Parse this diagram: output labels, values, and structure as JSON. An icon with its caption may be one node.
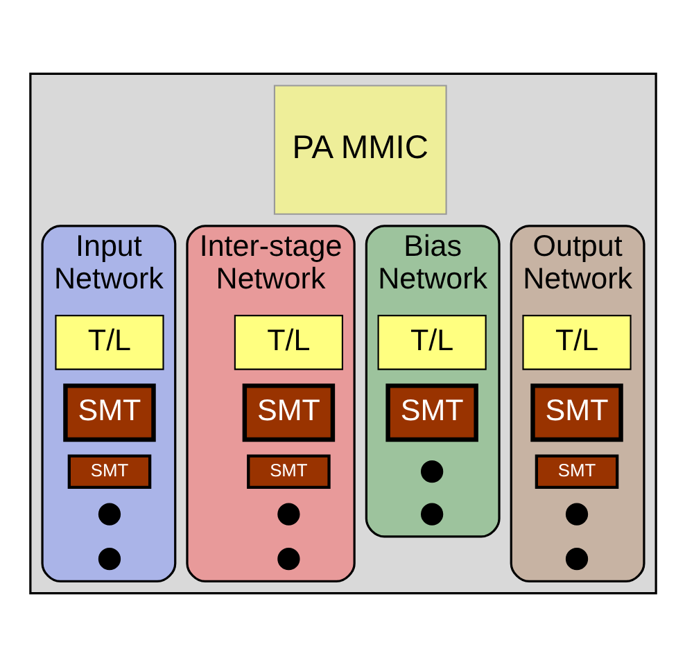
{
  "diagram": {
    "nodes": [
      {
        "text": [],
        "shape": "box"
      },
      {
        "text": [
          "PA MMIC"
        ],
        "in": 0
      },
      {
        "text": [
          "Input Network"
        ],
        "in": 0
      },
      {
        "text": [
          "T/L"
        ],
        "in": 2
      },
      {
        "text": [
          "SMT"
        ],
        "in": 2
      },
      {
        "text": [
          "SMT"
        ],
        "in": 2
      },
      {
        "text": [],
        "shape": "circle",
        "in": 2
      },
      {
        "text": [],
        "shape": "circle",
        "in": 2
      },
      {
        "text": [
          "Inter-stage Network"
        ],
        "in": 0
      },
      {
        "text": [
          "T/L"
        ],
        "in": 8
      },
      {
        "text": [
          "SMT"
        ],
        "in": 8
      },
      {
        "text": [
          "SMT"
        ],
        "in": 8
      },
      {
        "text": [],
        "shape": "circle",
        "in": 8
      },
      {
        "text": [],
        "shape": "circle",
        "in": 8
      },
      {
        "text": [
          "Bias Network"
        ],
        "in": 0
      },
      {
        "text": [
          "T/L"
        ],
        "in": 14
      },
      {
        "text": [
          "SMT"
        ],
        "in": 14
      },
      {
        "text": [],
        "shape": "circle",
        "in": 14
      },
      {
        "text": [],
        "shape": "circle",
        "in": 14
      },
      {
        "text": [
          "Output Network"
        ],
        "in": 0
      },
      {
        "text": [
          "T/L"
        ],
        "in": 19
      },
      {
        "text": [
          "SMT"
        ],
        "in": 19
      },
      {
        "text": [
          "SMT"
        ],
        "in": 19
      },
      {
        "text": [],
        "shape": "circle",
        "in": 19
      },
      {
        "text": [],
        "shape": "circle",
        "in": 19
      }
    ],
    "edges": []
  }
}
